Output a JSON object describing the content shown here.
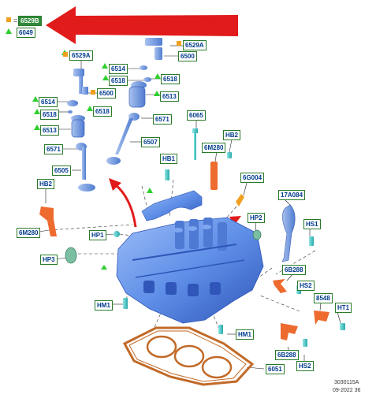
{
  "legend": {
    "symbols": [
      {
        "icon": "square-orange-icon",
        "text": "=",
        "code": "6529B"
      },
      {
        "icon": "triangle-green-icon",
        "text": "",
        "code": "6049"
      }
    ]
  },
  "labels": {
    "l6529A_top": "6529A",
    "l6500_top": "6500",
    "l6514_r": "6514",
    "l6518_r1": "6518",
    "l6518_r2": "6518",
    "l6513_r": "6513",
    "l6571_r": "6571",
    "l6507": "6507",
    "l6529A_l": "6529A",
    "l6500_l": "6500",
    "l6514_l": "6514",
    "l6518_l1": "6518",
    "l6518_l2": "6518",
    "l6513_l": "6513",
    "l6571_l": "6571",
    "l6505": "6505",
    "l6065": "6065",
    "lHB2_t": "HB2",
    "l6M280_t": "6M280",
    "lHB1_t": "HB1",
    "l6G004": "6G004",
    "lHB2_l": "HB2",
    "l6M280_l": "6M280",
    "lHP1": "HP1",
    "lHP3": "HP3",
    "lHP2": "HP2",
    "l17A084": "17A084",
    "lHS1": "HS1",
    "l6B288_t": "6B288",
    "lHS2_t": "HS2",
    "l8548": "8548",
    "lHT1": "HT1",
    "lHM1_l": "HM1",
    "lHM1_r": "HM1",
    "l6051": "6051",
    "l6B288_b": "6B288",
    "lHS2_b": "HS2"
  },
  "reference": {
    "code": "3030115A",
    "date": "09-2022 36"
  },
  "colors": {
    "head_blue": "#5f8fe8",
    "head_dark": "#2f56b8",
    "gasket": "#c26a28",
    "arrow_red": "#e11b1b",
    "label_border": "#2a7a2a",
    "label_text": "#003b8e",
    "sensor_orange": "#ee6b2f",
    "cyan_bolt": "#40c9c9",
    "orange_square": "#f0a020",
    "green_triangle": "#2fcf2f"
  }
}
